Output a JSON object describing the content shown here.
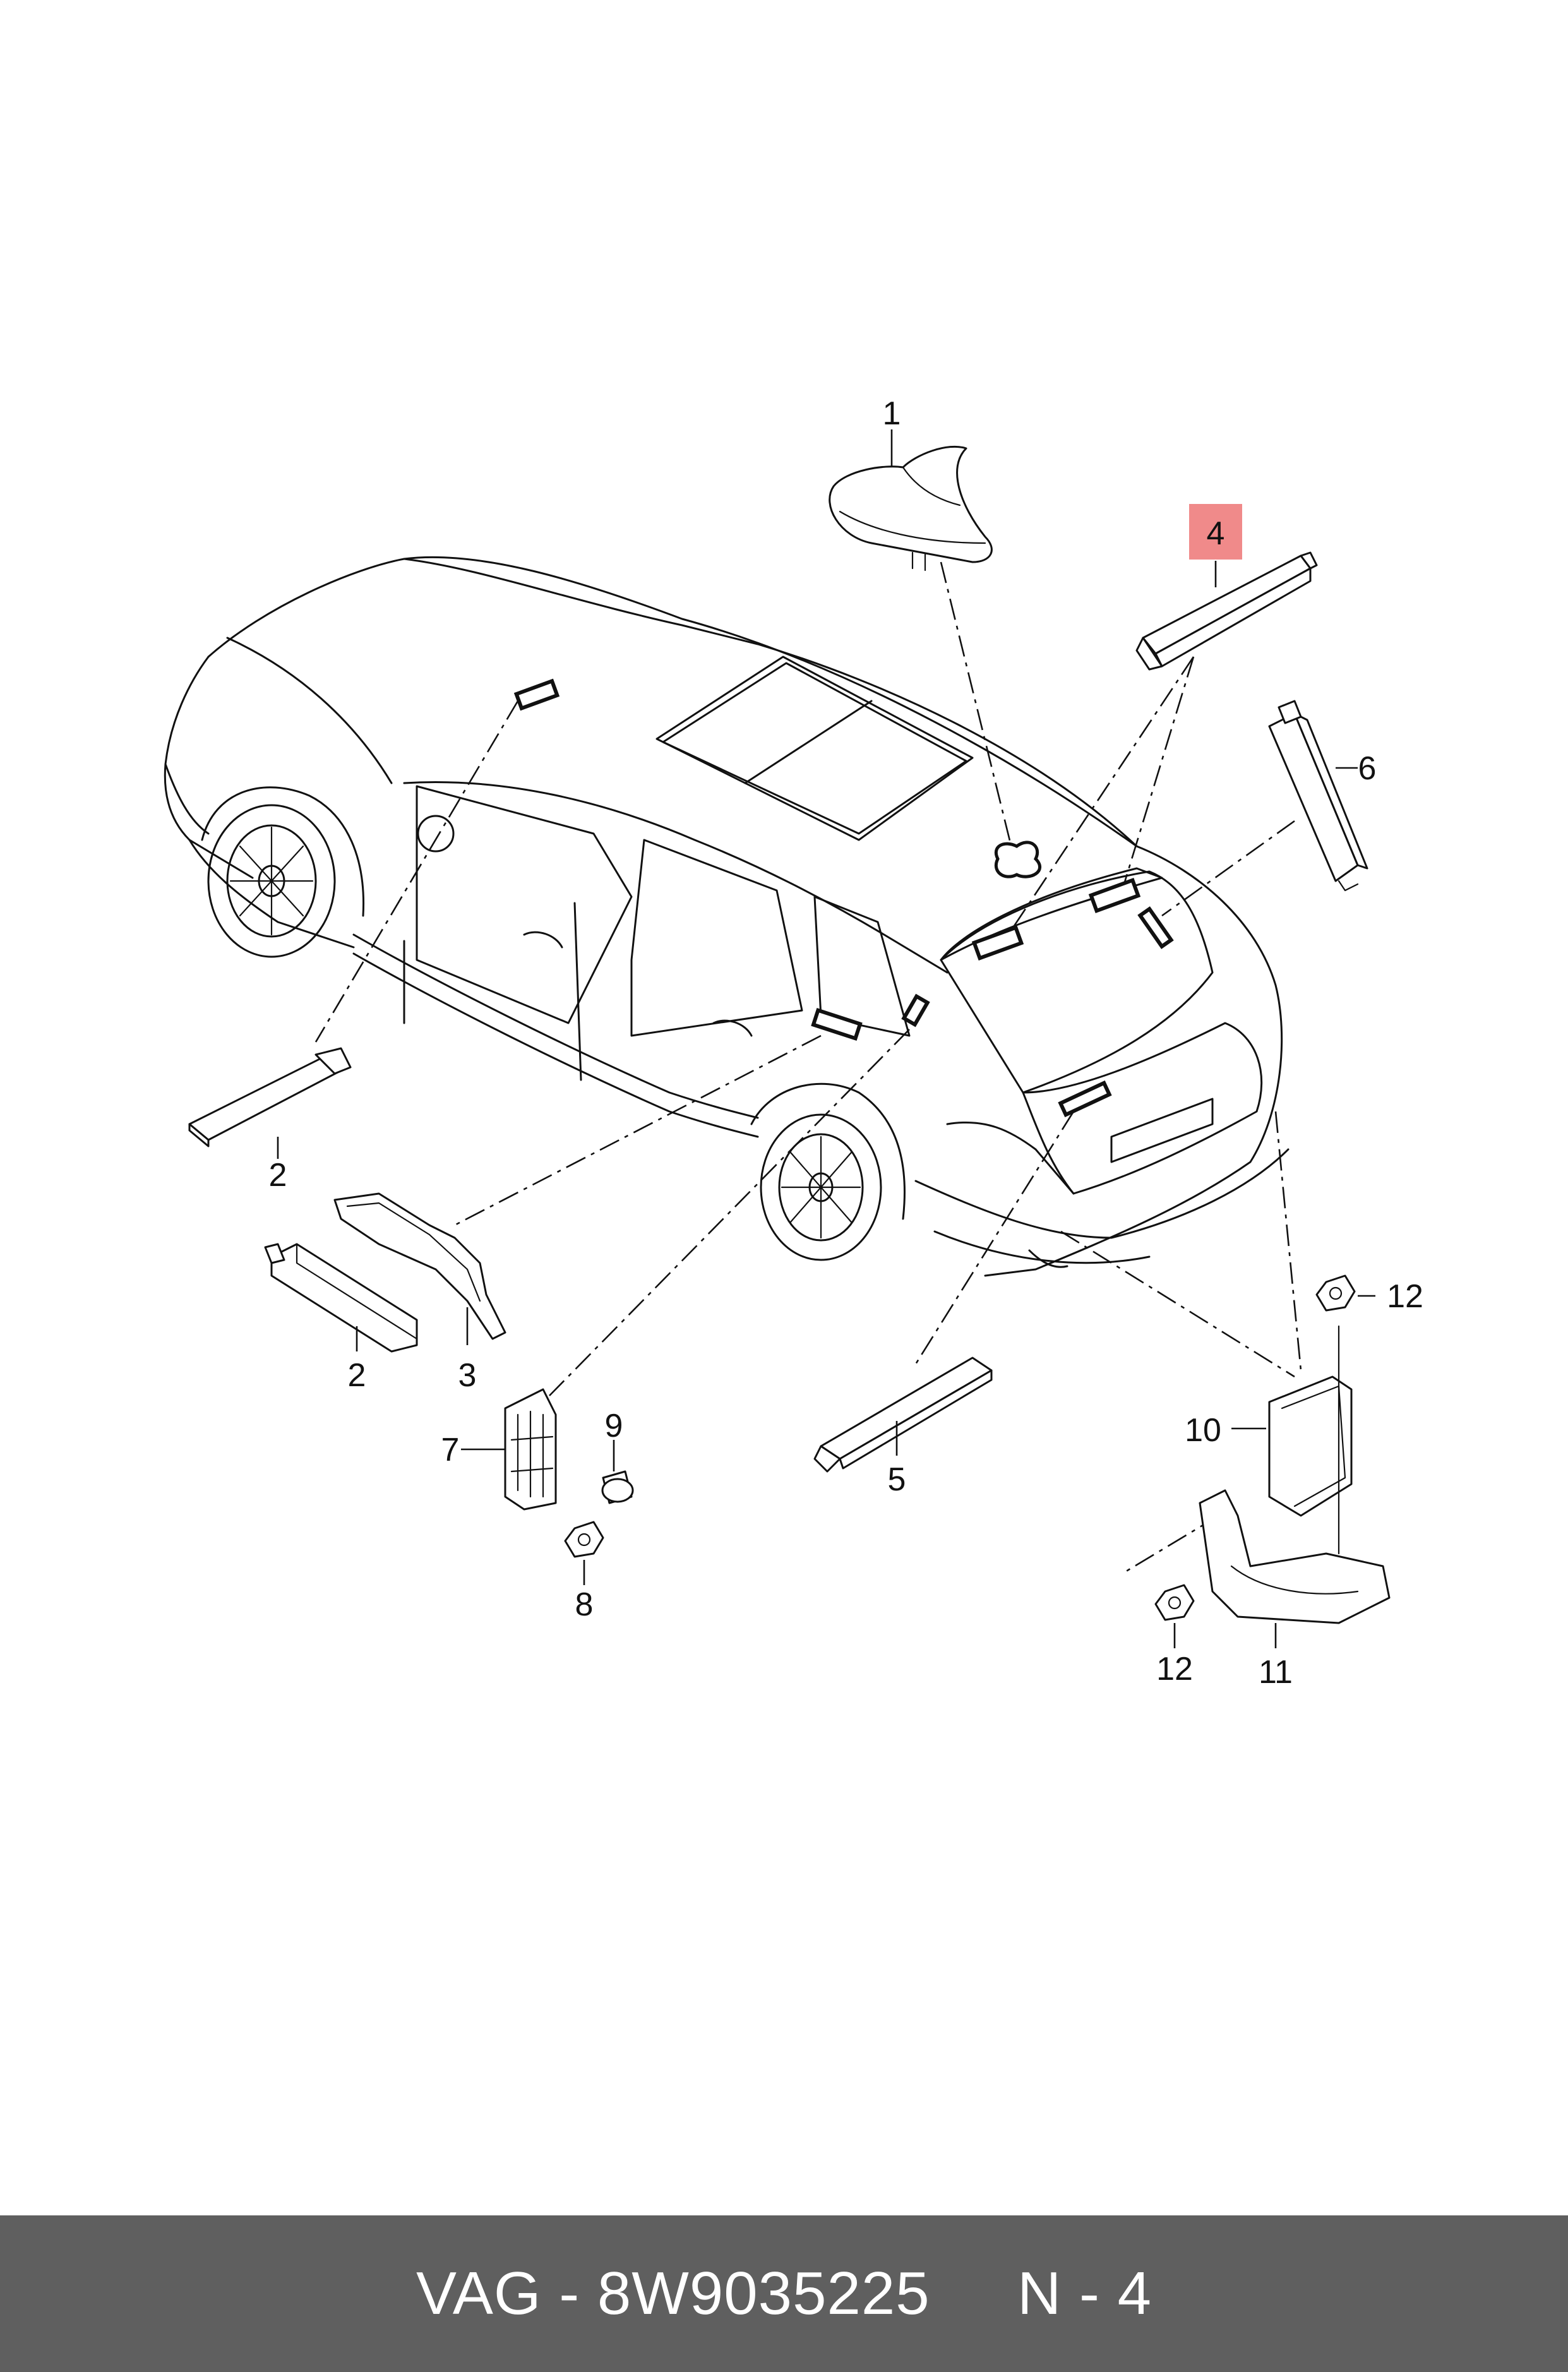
{
  "diagram": {
    "callouts": {
      "c1": "1",
      "c2a": "2",
      "c2b": "2",
      "c3": "3",
      "c4": "4",
      "c5": "5",
      "c6": "6",
      "c7": "7",
      "c8": "8",
      "c9": "9",
      "c10": "10",
      "c11": "11",
      "c12a": "12",
      "c12b": "12"
    },
    "highlight_color": "#f08a8a",
    "line_color": "#111111"
  },
  "footer": {
    "text": "VAG - 8W9035225     N - 4",
    "background": "#5f5f5f",
    "text_color": "#ffffff"
  }
}
